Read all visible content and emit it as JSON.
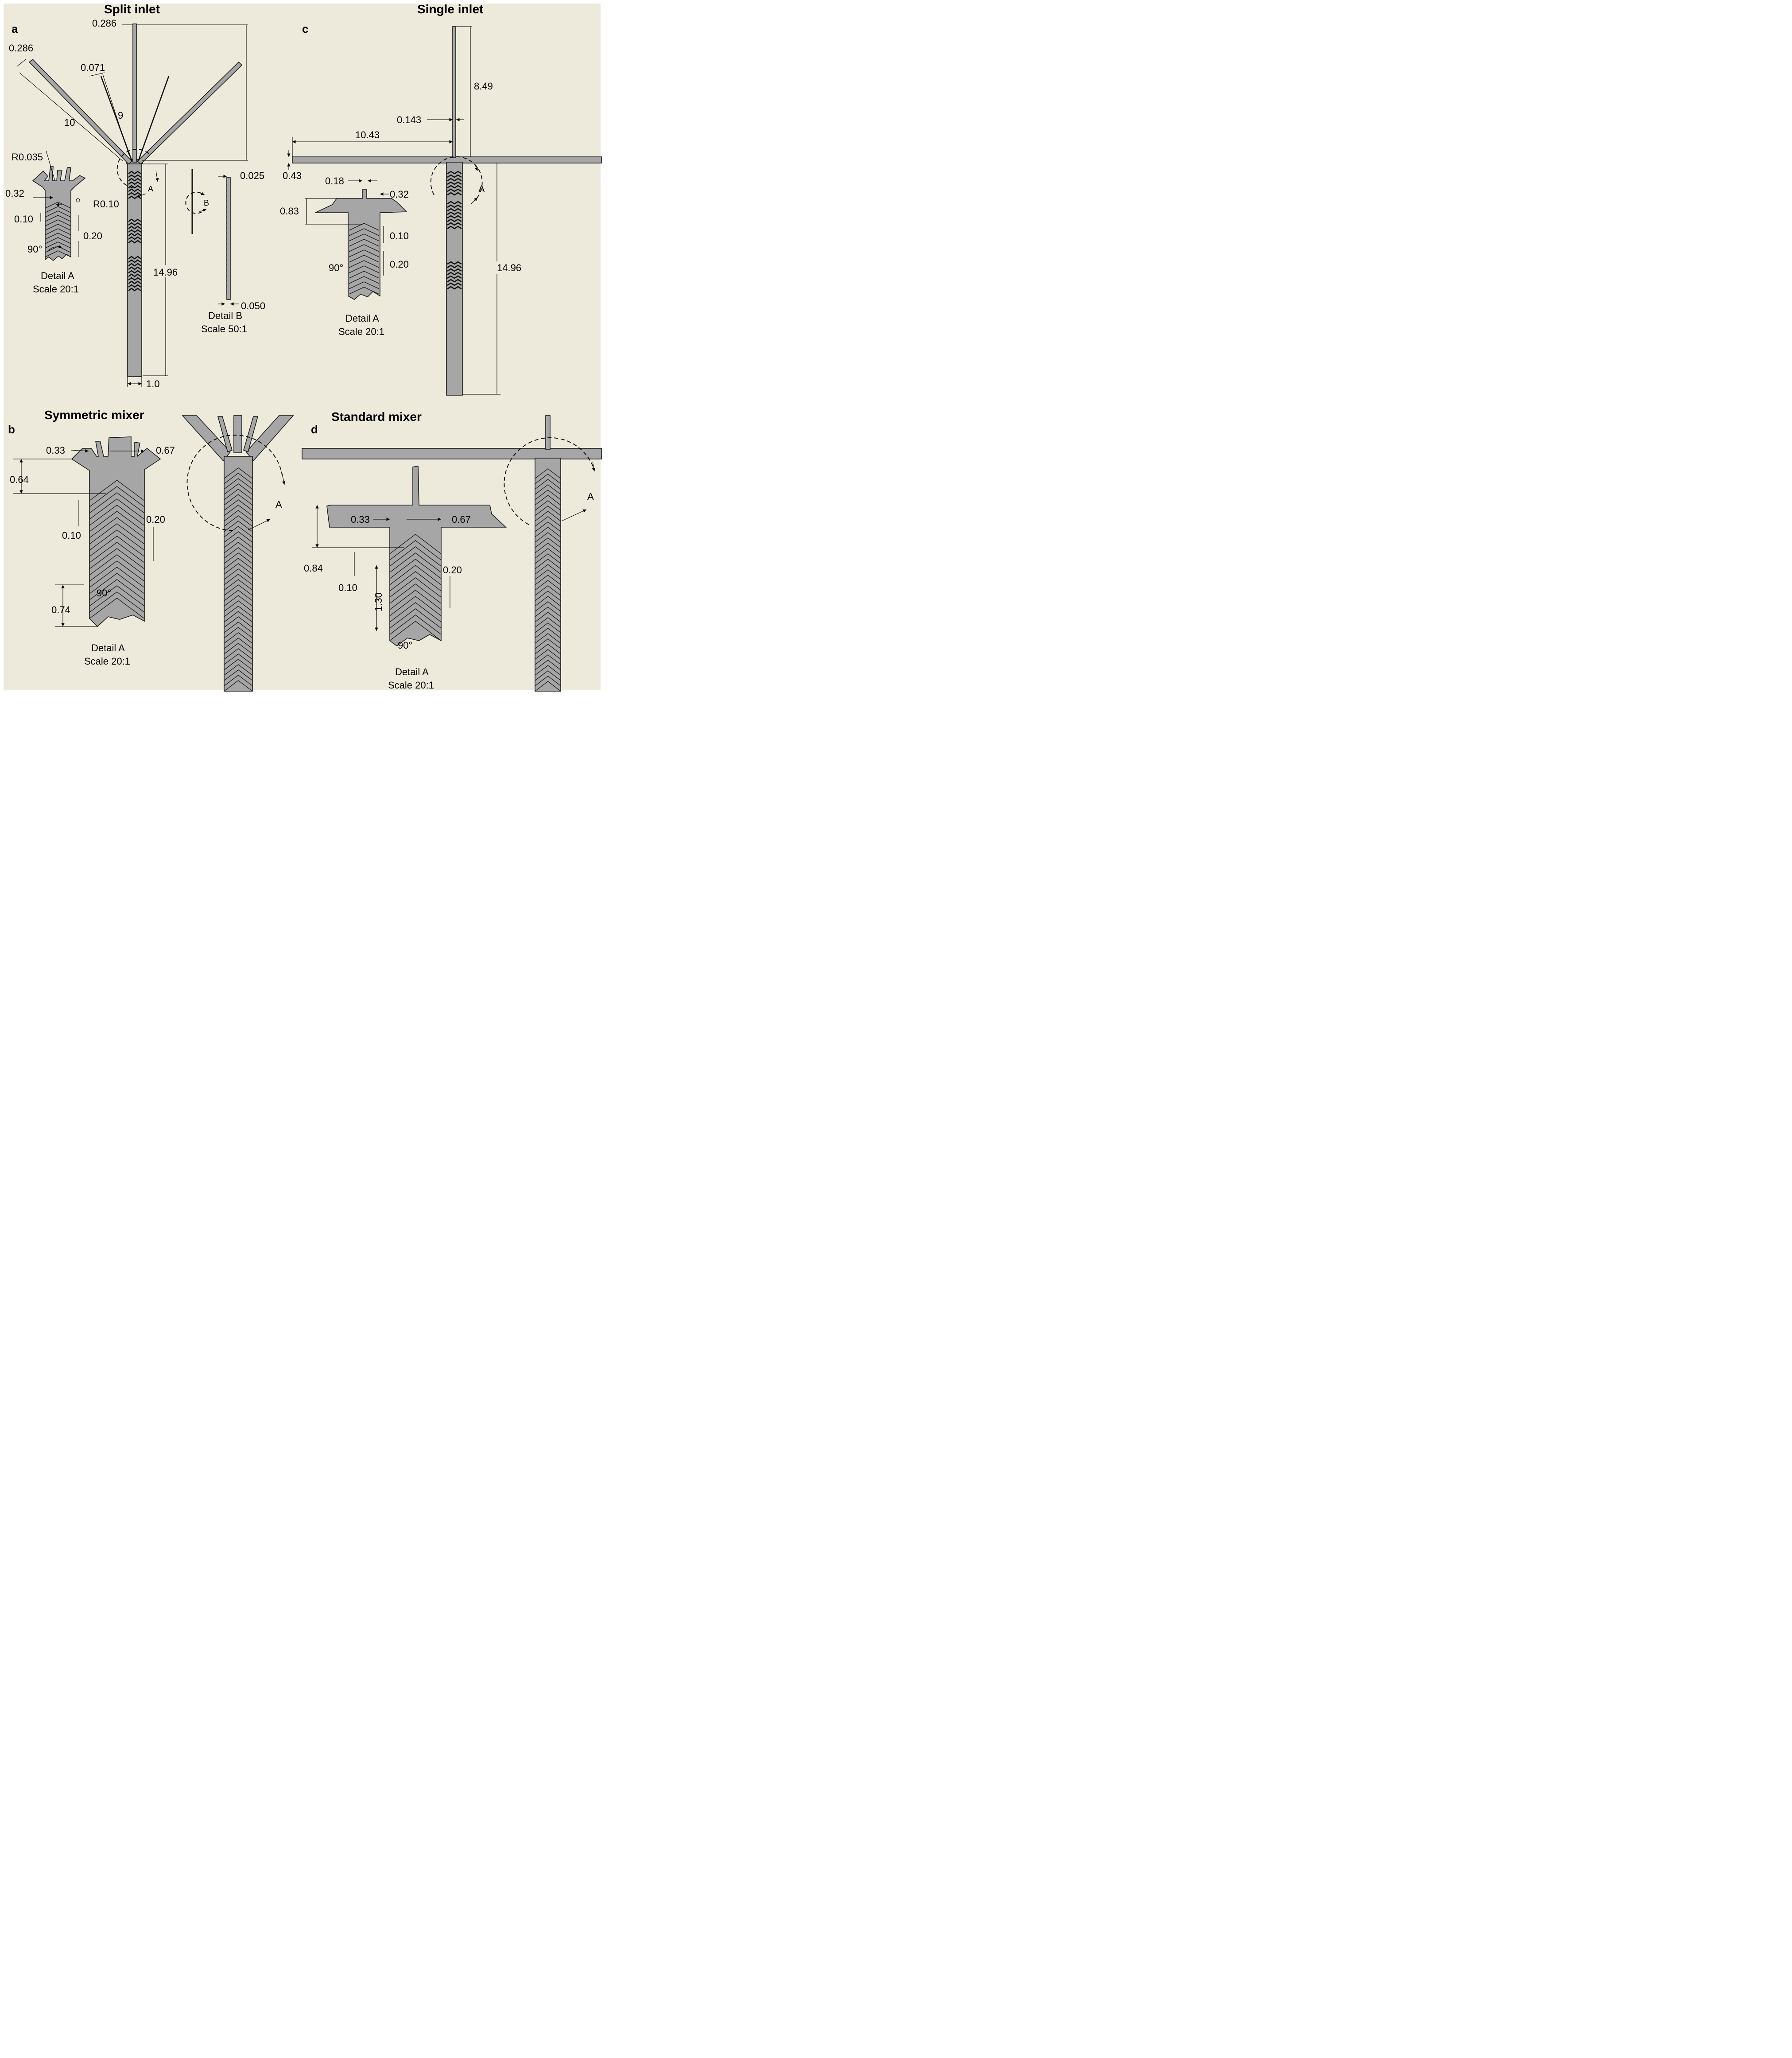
{
  "titles": {
    "split": "Split inlet",
    "single": "Single inlet",
    "symmetric": "Symmetric mixer",
    "standard": "Standard mixer"
  },
  "panels": {
    "a": "a",
    "b": "b",
    "c": "c",
    "d": "d"
  },
  "panel_a": {
    "dims": [
      "0.286",
      "0.286",
      "0.071",
      "9",
      "10",
      "14.96",
      "1.0",
      "R0.035",
      "0.32",
      "R0.10",
      "0.10",
      "0.20",
      "90°",
      "0.025",
      "0.050"
    ],
    "markers": {
      "a": "A",
      "b": "B"
    },
    "detail_a": {
      "title": "Detail A",
      "scale": "Scale 20:1"
    },
    "detail_b": {
      "title": "Detail B",
      "scale": "Scale 50:1"
    }
  },
  "panel_c": {
    "dims": [
      "8.49",
      "0.143",
      "10.43",
      "0.43",
      "0.18",
      "0.32",
      "0.83",
      "0.10",
      "0.20",
      "90°",
      "14.96"
    ],
    "marker": "A",
    "detail_a": {
      "title": "Detail A",
      "scale": "Scale 20:1"
    }
  },
  "panel_b": {
    "dims": [
      "0.33",
      "0.67",
      "0.64",
      "0.10",
      "0.20",
      "0.74",
      "90°"
    ],
    "marker": "A",
    "detail_a": {
      "title": "Detail A",
      "scale": "Scale 20:1"
    }
  },
  "panel_d": {
    "dims": [
      "0.33",
      "0.67",
      "0.84",
      "0.10",
      "0.20",
      "1.30",
      "90°"
    ],
    "marker": "A",
    "detail_a": {
      "title": "Detail A",
      "scale": "Scale 20:1"
    }
  },
  "colors": {
    "background": "#edeadb",
    "channel": "#a6a6a6",
    "outline": "#1a1a1a"
  }
}
